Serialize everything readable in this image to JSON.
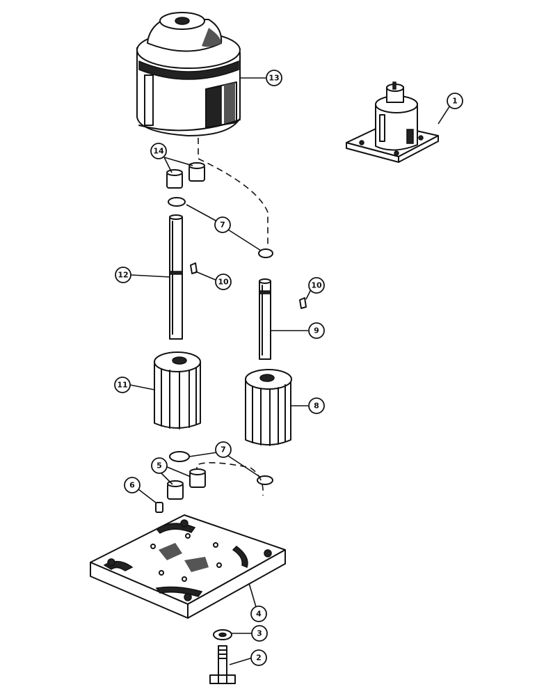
{
  "callouts": [
    {
      "id": "c1",
      "label": "1"
    },
    {
      "id": "c2",
      "label": "2"
    },
    {
      "id": "c3",
      "label": "3"
    },
    {
      "id": "c4",
      "label": "4"
    },
    {
      "id": "c5",
      "label": "5"
    },
    {
      "id": "c6",
      "label": "6"
    },
    {
      "id": "c7a",
      "label": "7"
    },
    {
      "id": "c7b",
      "label": "7"
    },
    {
      "id": "c8",
      "label": "8"
    },
    {
      "id": "c9",
      "label": "9"
    },
    {
      "id": "c10a",
      "label": "10"
    },
    {
      "id": "c10b",
      "label": "10"
    },
    {
      "id": "c11",
      "label": "11"
    },
    {
      "id": "c12",
      "label": "12"
    },
    {
      "id": "c13",
      "label": "13"
    },
    {
      "id": "c14",
      "label": "14"
    }
  ]
}
